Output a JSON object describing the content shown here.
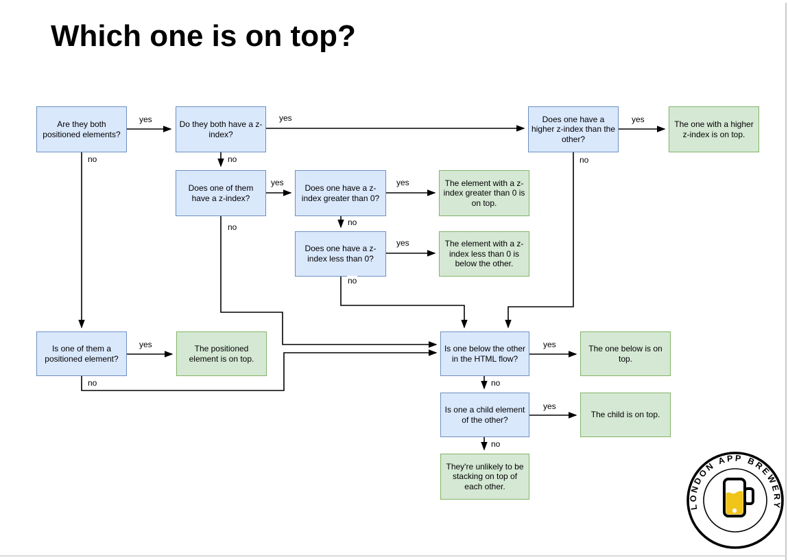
{
  "title": "Which one is on top?",
  "diagram": {
    "nodes": [
      {
        "id": "q-both-positioned",
        "kind": "decision",
        "text": "Are they both positioned elements?"
      },
      {
        "id": "q-both-zindex",
        "kind": "decision",
        "text": "Do they both have a z-index?"
      },
      {
        "id": "q-higher-zindex",
        "kind": "decision",
        "text": "Does one have a higher z-index than the other?"
      },
      {
        "id": "r-higher-on-top",
        "kind": "result",
        "text": "The one with a higher z-index is on top."
      },
      {
        "id": "q-one-zindex",
        "kind": "decision",
        "text": "Does one of them have a z-index?"
      },
      {
        "id": "q-zindex-gt0",
        "kind": "decision",
        "text": "Does one have a z-index greater than 0?"
      },
      {
        "id": "r-gt0-on-top",
        "kind": "result",
        "text": "The element with a z-index greater than 0 is on top."
      },
      {
        "id": "q-zindex-lt0",
        "kind": "decision",
        "text": "Does one have a z-index less than 0?"
      },
      {
        "id": "r-lt0-below",
        "kind": "result",
        "text": "The element with a z-index less than 0 is below the other."
      },
      {
        "id": "q-one-positioned",
        "kind": "decision",
        "text": "Is one of them a positioned element?"
      },
      {
        "id": "r-positioned-on-top",
        "kind": "result",
        "text": "The positioned element is on top."
      },
      {
        "id": "q-below-html",
        "kind": "decision",
        "text": "Is one below the other in the HTML flow?"
      },
      {
        "id": "r-below-on-top",
        "kind": "result",
        "text": "The one below is on top."
      },
      {
        "id": "q-child",
        "kind": "decision",
        "text": "Is one a child element of the other?"
      },
      {
        "id": "r-child-on-top",
        "kind": "result",
        "text": "The child is on top."
      },
      {
        "id": "r-unlikely",
        "kind": "result",
        "text": "They're unlikely to be stacking on top of each other."
      }
    ],
    "edges": [
      {
        "from": "q-both-positioned",
        "to": "q-both-zindex",
        "label": "yes"
      },
      {
        "from": "q-both-positioned",
        "to": "q-one-positioned",
        "label": "no"
      },
      {
        "from": "q-both-zindex",
        "to": "q-higher-zindex",
        "label": "yes"
      },
      {
        "from": "q-both-zindex",
        "to": "q-one-zindex",
        "label": "no"
      },
      {
        "from": "q-one-zindex",
        "to": "q-zindex-gt0",
        "label": "yes"
      },
      {
        "from": "q-zindex-gt0",
        "to": "r-gt0-on-top",
        "label": "yes"
      },
      {
        "from": "q-zindex-gt0",
        "to": "q-zindex-lt0",
        "label": "no"
      },
      {
        "from": "q-zindex-lt0",
        "to": "r-lt0-below",
        "label": "yes"
      },
      {
        "from": "q-zindex-lt0",
        "to": "q-below-html",
        "label": "no"
      },
      {
        "from": "q-higher-zindex",
        "to": "r-higher-on-top",
        "label": "yes"
      },
      {
        "from": "q-higher-zindex",
        "to": "q-below-html",
        "label": "no"
      },
      {
        "from": "q-one-zindex",
        "to": "q-below-html",
        "label": "no"
      },
      {
        "from": "q-one-positioned",
        "to": "r-positioned-on-top",
        "label": "yes"
      },
      {
        "from": "q-one-positioned",
        "to": "q-below-html",
        "label": "no"
      },
      {
        "from": "q-below-html",
        "to": "r-below-on-top",
        "label": "yes"
      },
      {
        "from": "q-below-html",
        "to": "q-child",
        "label": "no"
      },
      {
        "from": "q-child",
        "to": "r-child-on-top",
        "label": "yes"
      },
      {
        "from": "q-child",
        "to": "r-unlikely",
        "label": "no"
      }
    ]
  },
  "logo": {
    "text": "LONDON APP BREWERY",
    "beer_color": "#f0c419"
  },
  "colors": {
    "decision_fill": "#dae8fc",
    "decision_border": "#6c8ebf",
    "result_fill": "#d5e8d4",
    "result_border": "#82b366"
  }
}
